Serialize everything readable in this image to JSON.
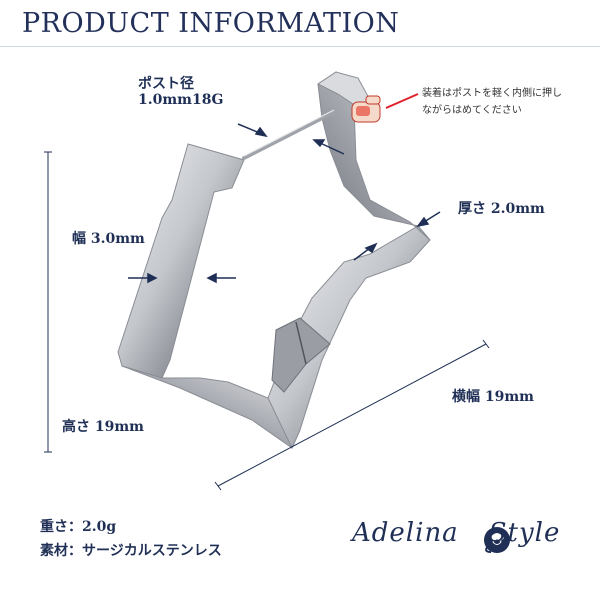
{
  "title": "PRODUCT INFORMATION",
  "labels": {
    "post_label": "ポスト径",
    "post_value": "1.0mm18G",
    "note_line1": "装着はポストを軽く内側に押し",
    "note_line2": "ながらはめてください",
    "thickness": "厚さ 2.0mm",
    "width": "幅 3.0mm",
    "height": "高さ 19mm",
    "horizontal": "横幅 19mm"
  },
  "specs": {
    "weight": "重さ：2.0g",
    "material": "素材：サージカルステンレス"
  },
  "brand": {
    "left": "Adelina",
    "right": "Style",
    "icon": "rose-icon"
  },
  "colors": {
    "accent": "#1f2f55",
    "pointer_red": "#e0202a",
    "steel": "#b9bcc2"
  },
  "icons": [
    "pointing-hand-icon",
    "rose-icon"
  ]
}
